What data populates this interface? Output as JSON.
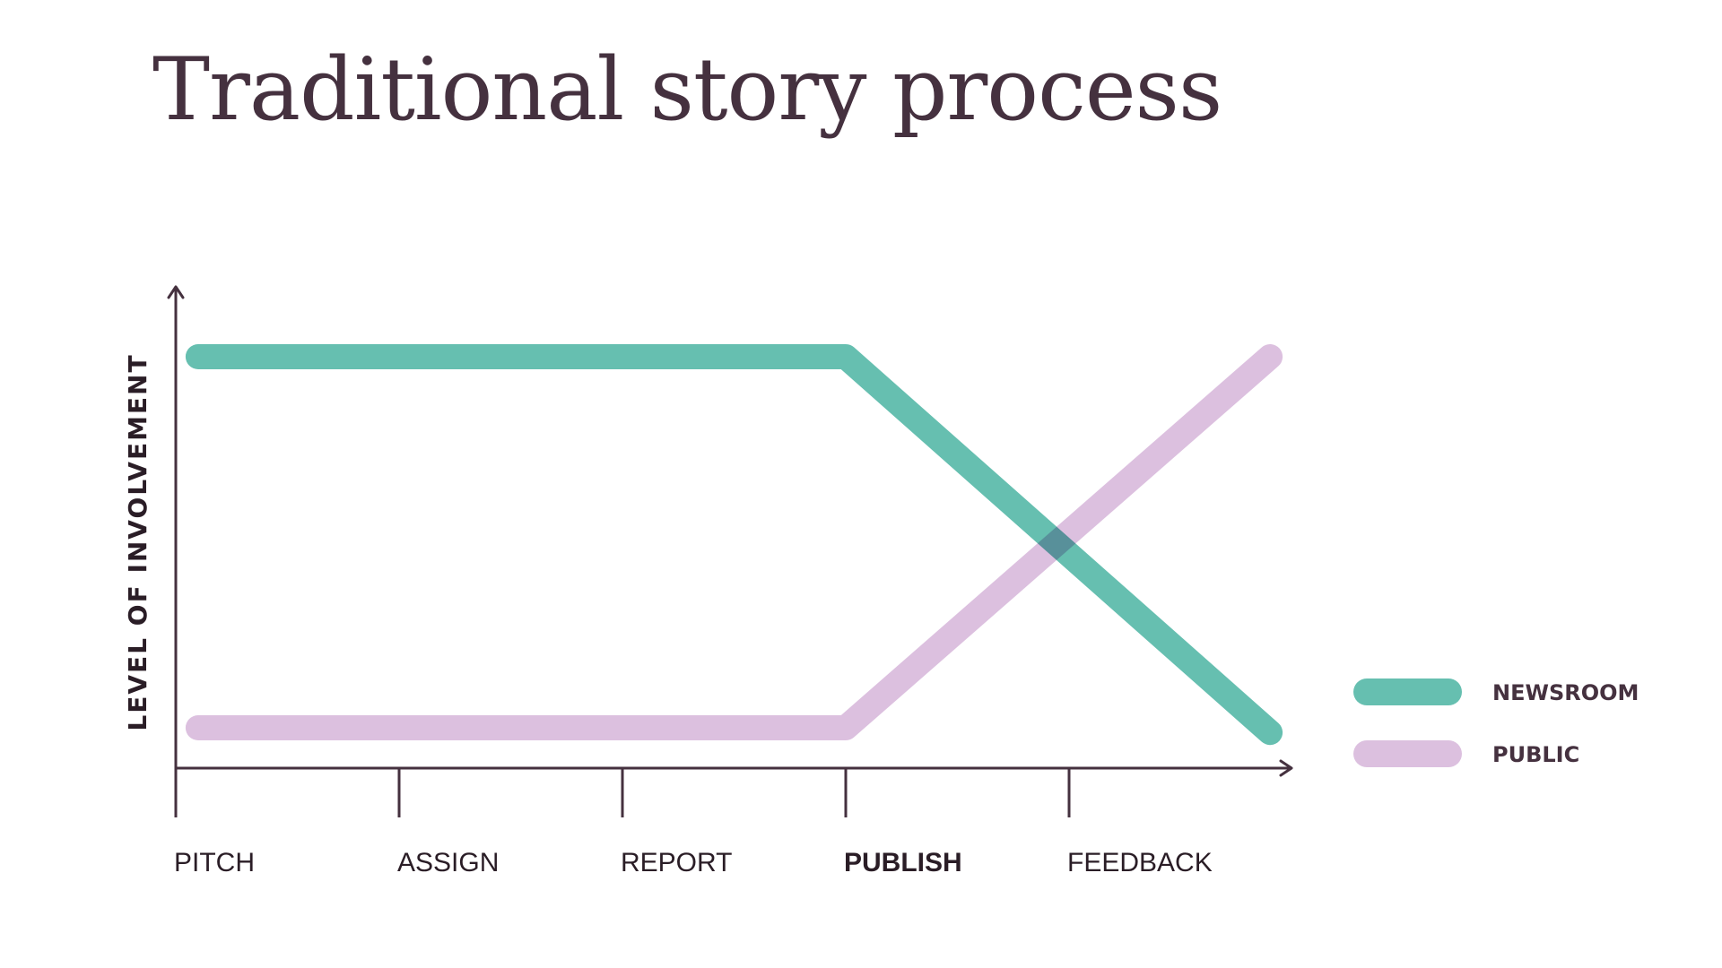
{
  "title": "Traditional story process",
  "colors": {
    "newsroom": "#66bfb0",
    "public": "#dcc0df",
    "axis": "#45313f",
    "text": "#2a1d26"
  },
  "chart_data": {
    "type": "line",
    "title": "Traditional story process",
    "ylabel": "LEVEL OF INVOLVEMENT",
    "xlabel": "",
    "categories": [
      "PITCH",
      "ASSIGN",
      "REPORT",
      "PUBLISH",
      "FEEDBACK"
    ],
    "highlighted_category": "PUBLISH",
    "grid": false,
    "legend_position": "right",
    "x_range": [
      0,
      5
    ],
    "y_range": [
      0,
      1
    ],
    "series": [
      {
        "name": "NEWSROOM",
        "color": "#66bfb0",
        "points": [
          [
            0.1,
            0.9
          ],
          [
            3.0,
            0.9
          ],
          [
            4.9,
            0.09
          ]
        ]
      },
      {
        "name": "PUBLIC",
        "color": "#dcc0df",
        "points": [
          [
            0.1,
            0.1
          ],
          [
            3.0,
            0.1
          ],
          [
            4.9,
            0.9
          ]
        ]
      }
    ]
  }
}
